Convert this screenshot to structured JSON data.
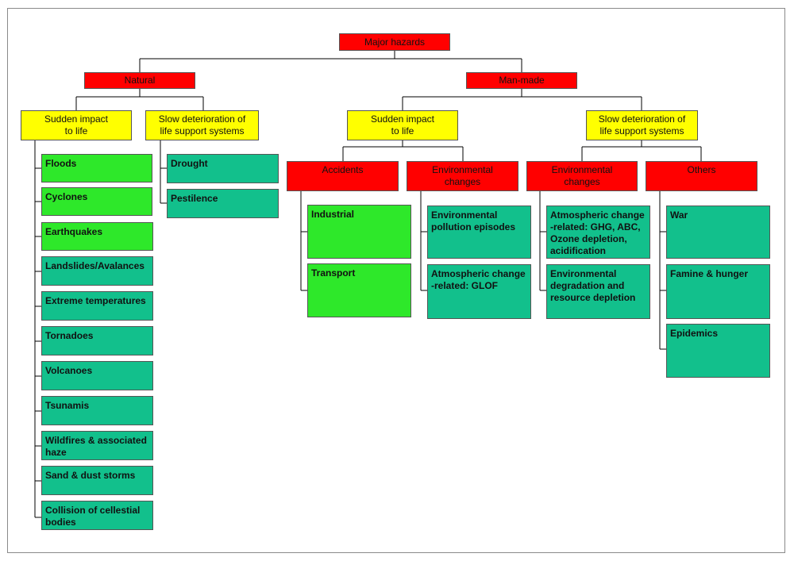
{
  "root": "Major hazards",
  "natural": {
    "label": "Natural",
    "sudden": "Sudden impact\nto life",
    "slow": "Slow deterioration of\nlife support systems",
    "sudden_items": [
      "Floods",
      "Cyclones",
      "Earthquakes",
      "Landslides/Avalances",
      "Extreme temperatures",
      "Tornadoes",
      "Volcanoes",
      "Tsunamis",
      "Wildfires & associated\nhaze",
      "Sand & dust storms",
      "Collision of cellestial\nbodies"
    ],
    "slow_items": [
      "Drought",
      "Pestilence"
    ]
  },
  "manmade": {
    "label": "Man-made",
    "sudden": "Sudden impact\nto life",
    "slow": "Slow deterioration of\nlife support systems",
    "accidents": {
      "label": "Accidents",
      "items": [
        "Industrial",
        "Transport"
      ]
    },
    "env_sudden": {
      "label": "Environmental\nchanges",
      "items": [
        "Environmental\npollution episodes",
        "Atmospheric change\n-related: GLOF"
      ]
    },
    "env_slow": {
      "label": "Environmental\nchanges",
      "items": [
        "Atmospheric change\n-related: GHG, ABC,\nOzone depletion,\nacidification",
        "Environmental\ndegradation and\nresource depletion"
      ]
    },
    "others": {
      "label": "Others",
      "items": [
        "War",
        "Famine & hunger",
        "Epidemics"
      ]
    }
  },
  "colors": {
    "category": "#ff0000",
    "impact": "#ffff00",
    "light_green": "#2ee82a",
    "teal": "#12c08c"
  }
}
